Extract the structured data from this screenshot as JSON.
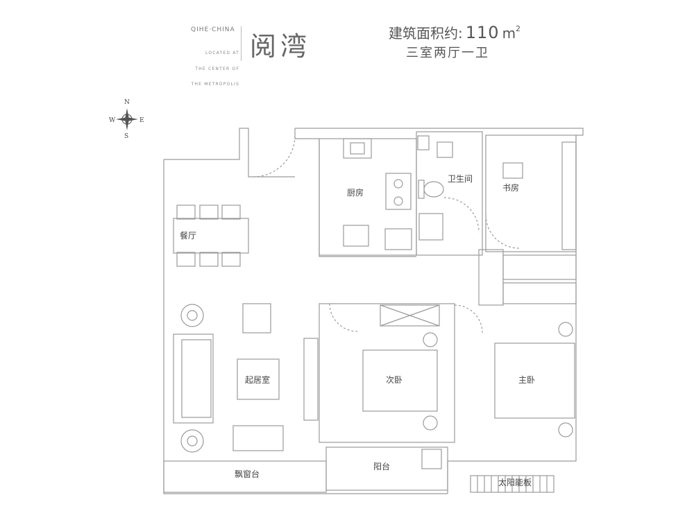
{
  "header": {
    "brand_name": "QIHE·CHINA",
    "brand_tagline": [
      "LOCATED AT",
      "THE CENTER OF",
      "THE METROPOLIS"
    ],
    "project_title": "阅湾",
    "area_label": "建筑面积约:",
    "area_value": "110",
    "area_unit": "m",
    "area_unit_sup": "2",
    "layout_type": "三室两厅一卫"
  },
  "compass": {
    "north": "N",
    "south": "S",
    "east": "E",
    "west": "W"
  },
  "rooms": {
    "kitchen": "厨房",
    "bathroom": "卫生间",
    "study": "书房",
    "dining": "餐厅",
    "living": "起居室",
    "second_bedroom": "次卧",
    "master_bedroom": "主卧",
    "balcony": "阳台",
    "bay_window": "飘窗台",
    "solar_panel": "太阳能板"
  },
  "colors": {
    "wall": "#9a9a9a",
    "furniture": "#aaaaaa",
    "text": "#444444"
  }
}
